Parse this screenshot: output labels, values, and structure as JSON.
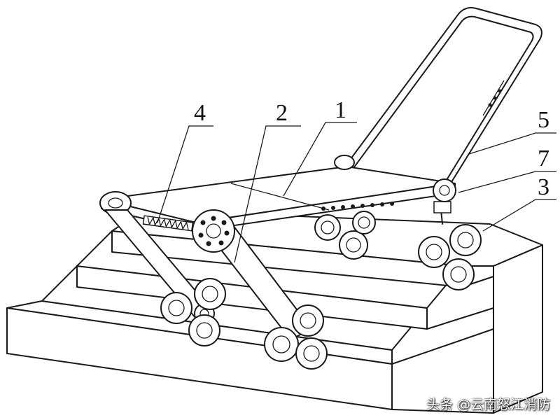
{
  "labels": {
    "frame": "1",
    "linkage": "2",
    "wheel_set": "3",
    "spring": "4",
    "handle": "5",
    "hinge_wheel": "7"
  },
  "watermark": "头条 @云南怒江消防",
  "colors": {
    "line": "#1a1a1a",
    "background": "#ffffff"
  }
}
